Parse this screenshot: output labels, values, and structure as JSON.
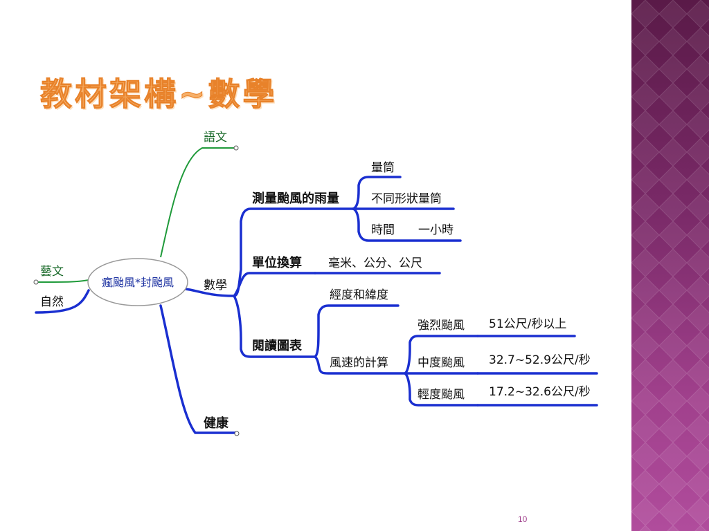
{
  "slide": {
    "title": "教材架構~數學",
    "page_number": "10"
  },
  "mindmap": {
    "center": "瘋颱風*封颱風",
    "branches": {
      "yuwen": "語文",
      "yiwen": "藝文",
      "ziran": "自然",
      "shuxue": "數學",
      "jiankang": "健康"
    },
    "math": {
      "rain": {
        "label": "測量颱風的雨量",
        "children": [
          "量筒",
          "不同形狀量筒",
          "時間",
          "一小時"
        ]
      },
      "units": {
        "label": "單位換算",
        "child": "毫米、公分、公尺"
      },
      "charts": {
        "label": "閱讀圖表",
        "latlong": "經度和緯度",
        "wind": {
          "label": "風速的計算",
          "levels": [
            {
              "name": "強烈颱風",
              "speed": "51公尺/秒以上"
            },
            {
              "name": "中度颱風",
              "speed": "32.7~52.9公尺/秒"
            },
            {
              "name": "輕度颱風",
              "speed": "17.2~32.6公尺/秒"
            }
          ]
        }
      }
    }
  },
  "colors": {
    "title": "#f6b06a",
    "branch_blue": "#1a2fd0",
    "branch_green": "#1f9a3a",
    "center_text": "#1a2fa0",
    "band": "#7a2a68"
  }
}
